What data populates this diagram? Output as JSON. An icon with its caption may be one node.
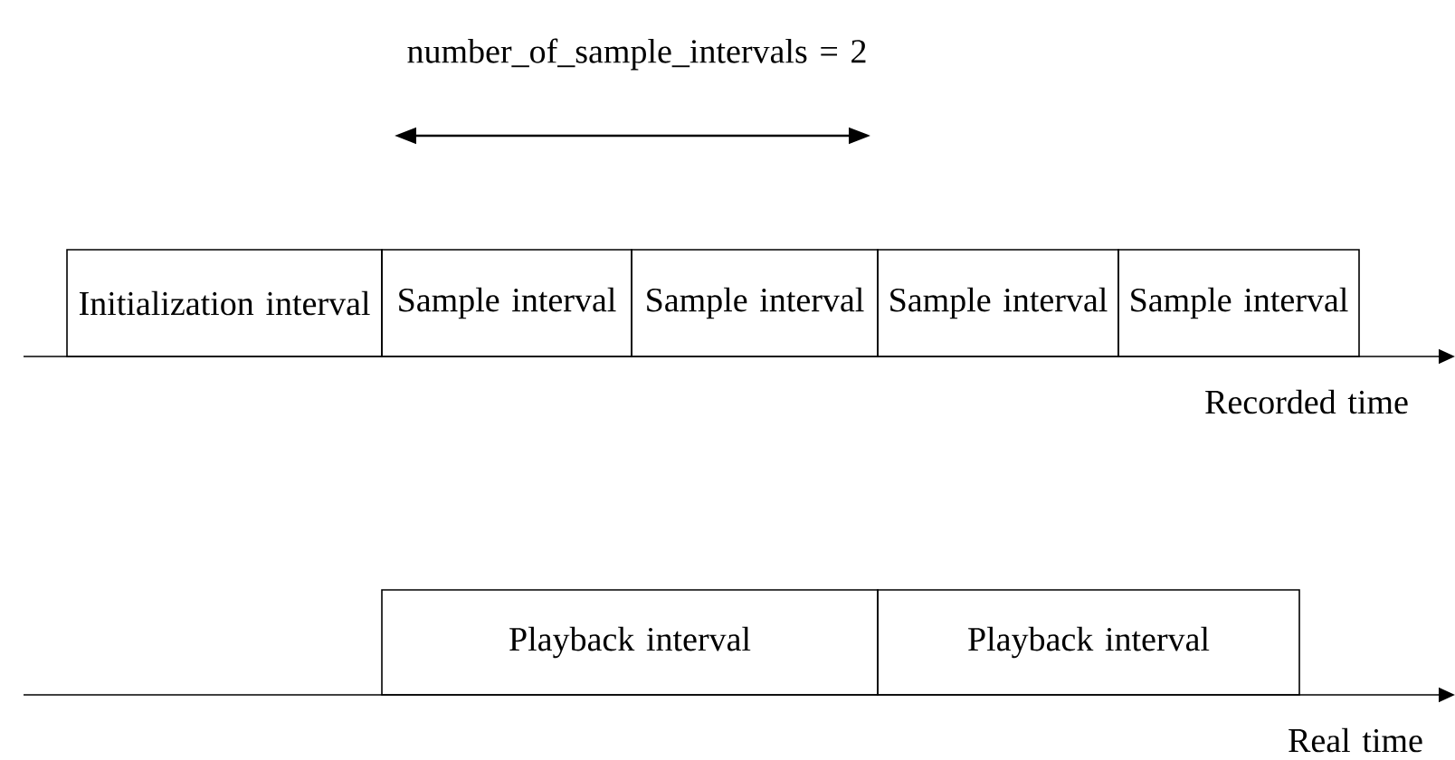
{
  "diagram": {
    "nodes": [
      {
        "text": [
          "Initialization interval"
        ]
      },
      {
        "text": [
          "Sample interval"
        ]
      },
      {
        "text": [
          "Sample interval"
        ]
      },
      {
        "text": [
          "Sample interval"
        ]
      },
      {
        "text": [
          "Sample interval"
        ]
      },
      {
        "text": [
          "Playback interval"
        ]
      },
      {
        "text": [
          "Playback interval"
        ]
      }
    ],
    "labels": [
      "number_of_sample_intervals = 2",
      "Recorded time",
      "Real time"
    ]
  }
}
